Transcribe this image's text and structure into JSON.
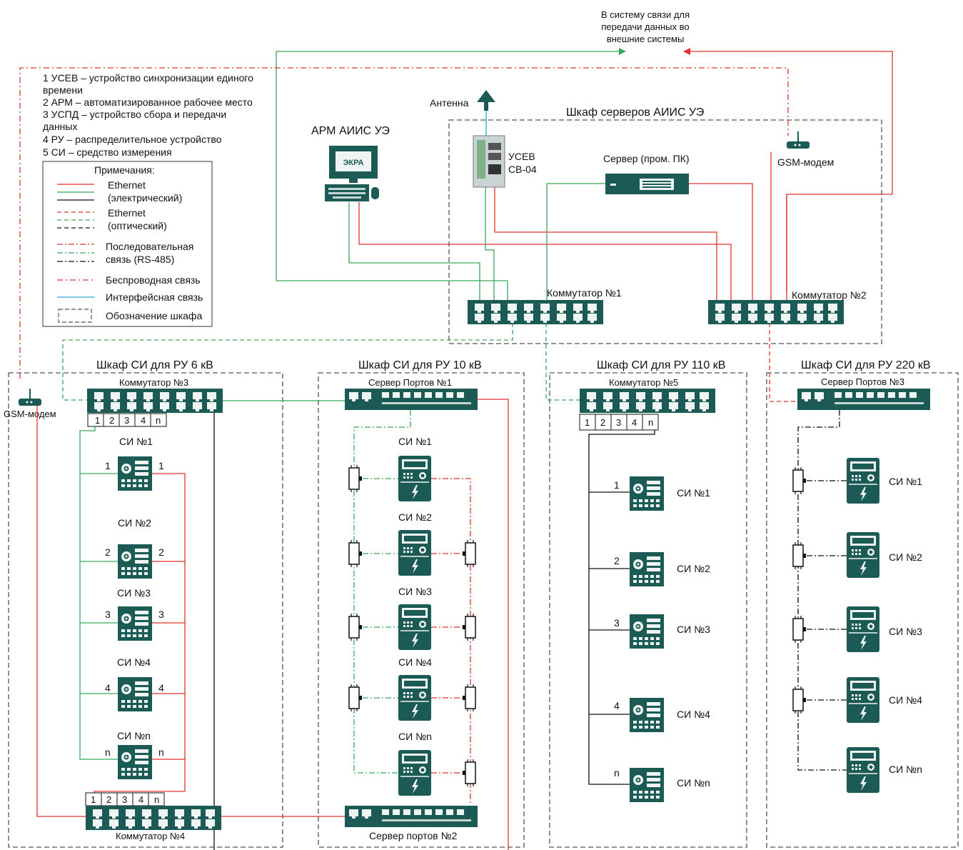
{
  "external": {
    "line1": "В систему связи для",
    "line2": "передачи данных во",
    "line3": "внешние системы"
  },
  "glossary": [
    "1 УСЕВ – устройство синхронизации единого",
    "времени",
    "2 АРМ – автоматизированное рабочее место",
    "3 УСПД – устройство сбора и передачи",
    "данных",
    "4 РУ – распределительное устройство",
    "5 СИ – средство измерения"
  ],
  "legend": {
    "title": "Примечания:",
    "eth_el_1": "Ethernet",
    "eth_el_2": "(электрический)",
    "eth_opt_1": "Ethernet",
    "eth_opt_2": "(оптический)",
    "serial_1": "Последовательная",
    "serial_2": "связь (RS-485)",
    "wireless": "Беспроводная связь",
    "interface": "Интерфейсная связь",
    "cabinet": "Обозначение шкафа"
  },
  "server_cab": {
    "title": "Шкаф серверов АИИС УЭ",
    "antenna": "Антенна",
    "usev_1": "УСЕВ",
    "usev_2": "СВ-04",
    "server": "Сервер (пром. ПК)",
    "gsm": "GSM-модем",
    "switch1": "Коммутатор №1",
    "switch2": "Коммутатор №2"
  },
  "arm": {
    "title": "АРМ АИИС УЭ",
    "logo": "ЭКРА"
  },
  "cab6": {
    "title": "Шкаф СИ для РУ 6 кВ",
    "switch3": "Коммутатор №3",
    "switch4": "Коммутатор №4",
    "gsm": "GSM-модем",
    "ports": [
      "1",
      "2",
      "3",
      "4",
      "n"
    ],
    "meters": [
      "СИ №1",
      "СИ №2",
      "СИ №3",
      "СИ №4",
      "СИ №n"
    ],
    "nums": [
      "1",
      "2",
      "3",
      "4",
      "n"
    ]
  },
  "cab10": {
    "title": "Шкаф СИ  для РУ 10 кВ",
    "server1": "Сервер Портов №1",
    "server2": "Сервер портов №2",
    "meters": [
      "СИ №1",
      "СИ №2",
      "СИ №3",
      "СИ №4",
      "СИ №n"
    ]
  },
  "cab110": {
    "title": "Шкаф СИ для РУ 110 кВ",
    "switch5": "Коммутатор №5",
    "ports": [
      "1",
      "2",
      "3",
      "4",
      "n"
    ],
    "meters": [
      "СИ №1",
      "СИ №2",
      "СИ №3",
      "СИ №4",
      "СИ №n"
    ],
    "nums": [
      "1",
      "2",
      "3",
      "4",
      "n"
    ]
  },
  "cab220": {
    "title": "Шкаф СИ для РУ 220 кВ",
    "server3": "Сервер Портов №3",
    "meters": [
      "СИ №1",
      "СИ №2",
      "СИ №3",
      "СИ №4",
      "СИ №n"
    ]
  },
  "colors": {
    "red": "#e8302b",
    "green": "#3aa65a",
    "teal": "#1c5b55",
    "black": "#111111",
    "dash": "#555555"
  }
}
